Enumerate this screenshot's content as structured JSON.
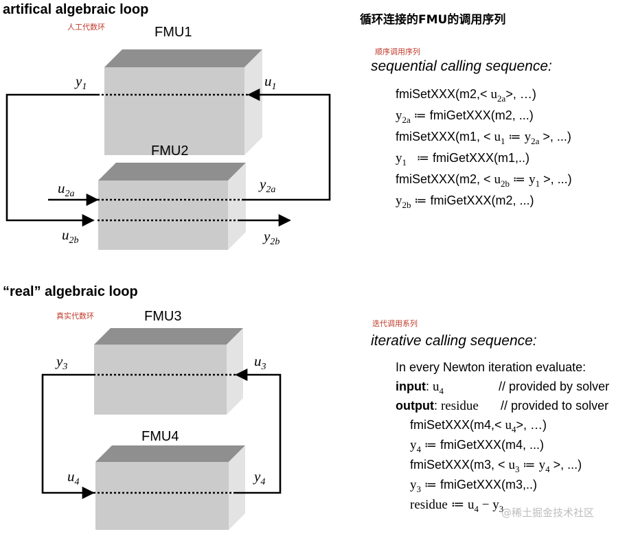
{
  "top": {
    "title": "artifical algebraic loop",
    "title_cn": "人工代数环",
    "fmu1": "FMU1",
    "fmu2": "FMU2",
    "y1": "y",
    "y1_sub": "1",
    "u1": "u",
    "u1_sub": "1",
    "y2a": "y",
    "y2a_sub": "2a",
    "u2a": "u",
    "u2a_sub": "2a",
    "u2b": "u",
    "u2b_sub": "2b",
    "y2b": "y",
    "y2b_sub": "2b"
  },
  "bottom": {
    "title": "“real” algebraic loop",
    "title_cn": "真实代数环",
    "fmu3": "FMU3",
    "fmu4": "FMU4",
    "y3": "y",
    "y3_sub": "3",
    "u3": "u",
    "u3_sub": "3",
    "u4": "u",
    "u4_sub": "4",
    "y4": "y",
    "y4_sub": "4"
  },
  "right": {
    "title_cn": "循环连接的FMU的调用序列",
    "seq_cn": "顺序调用序列",
    "seq_title": "sequential calling sequence:",
    "seq": [
      {
        "a": "fmiSetXXX(m2,< ",
        "m1": "u",
        "s1": "2a",
        "b": ">, …)"
      },
      {
        "m1": "y",
        "s1": "2a",
        "a": " ≔ fmiGetXXX(m2, ...)"
      },
      {
        "a": "fmiSetXXX(m1, < ",
        "m1": "u",
        "s1": "1",
        "b": " ≔ ",
        "m2": "y",
        "s2": "2a",
        "c": " >, ...)"
      },
      {
        "m1": "y",
        "s1": "1",
        "a": "   ≔ fmiGetXXX(m1,..)"
      },
      {
        "a": "fmiSetXXX(m2, < ",
        "m1": "u",
        "s1": "2b",
        "b": " ≔ ",
        "m2": "y",
        "s2": "1",
        "c": " >, ...)"
      },
      {
        "m1": "y",
        "s1": "2b",
        "a": " ≔ fmiGetXXX(m2, ...)"
      }
    ],
    "iter_cn": "迭代调用系列",
    "iter_title": "iterative calling sequence:",
    "iter_intro": "In every Newton iteration evaluate:",
    "input_kw": "input",
    "input_var": "u",
    "input_sub": "4",
    "input_comment": "// provided by solver",
    "output_kw": "output",
    "output_var": "residue",
    "output_comment": "// provided to solver",
    "iter": [
      {
        "a": "fmiSetXXX(m4,< ",
        "m1": "u",
        "s1": "4",
        "b": ">, …)"
      },
      {
        "m1": "y",
        "s1": "4",
        "a": " ≔ fmiGetXXX(m4, ...)"
      },
      {
        "a": "fmiSetXXX(m3, < ",
        "m1": "u",
        "s1": "3",
        "b": " ≔ ",
        "m2": "y",
        "s2": "4",
        "c": " >, ...)"
      },
      {
        "m1": "y",
        "s1": "3",
        "a": " ≔ fmiGetXXX(m3,..)"
      }
    ],
    "residue_line": {
      "m0": "residue ≔ ",
      "m1": "u",
      "s1": "4",
      "b": " − ",
      "m2": "y",
      "s2": "3"
    }
  },
  "watermark": "@稀土掘金技术社区"
}
